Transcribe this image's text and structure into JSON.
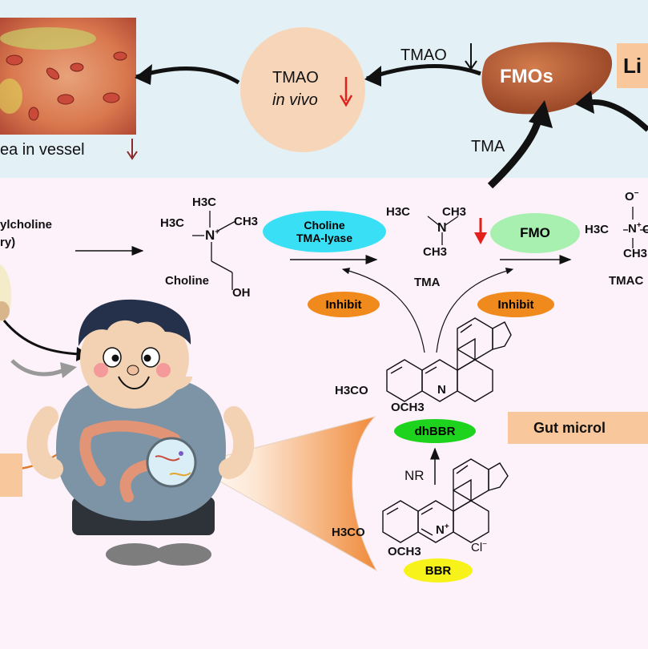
{
  "top": {
    "vessel_label": "ea in vessel",
    "tmao_in_vivo": {
      "line1": "TMAO",
      "line2": "in vivo"
    },
    "tmao_down_label": "TMAO",
    "liver_label": "FMOs",
    "tma_label": "TMA",
    "liver_box_label": "Li"
  },
  "pathway": {
    "phosphatidylcholine": {
      "line1": "ylcholine",
      "line2": "ry)"
    },
    "choline_name": "Choline",
    "choline_oh": "OH",
    "choline_h3c_top": "H3C",
    "choline_h3c_left": "H3C",
    "choline_ch3": "CH3",
    "choline_n": "N",
    "enzyme_choline": {
      "line1": "Choline",
      "line2": "TMA-lyase"
    },
    "tma_h3c": "H3C",
    "tma_ch3_right": "CH3",
    "tma_n": "N",
    "tma_ch3_bottom": "CH3",
    "tma_name": "TMA",
    "fmo_label": "FMO",
    "tmao_o": "O",
    "tmao_h3c": "H3C",
    "tmao_n": "N",
    "tmao_c": "C",
    "tmao_ch3": "CH3",
    "tmao_name": "TMAC",
    "inhibit_left": "Inhibit",
    "inhibit_right": "Inhibit"
  },
  "berberine": {
    "dh_h3co": "H3CO",
    "dh_och3": "OCH3",
    "dh_n": "N",
    "dhbbr_label": "dhBBR",
    "gut_microbiota_label": "Gut microl",
    "nr_label": "NR",
    "bbr_h3co": "H3CO",
    "bbr_och3": "OCH3",
    "bbr_n": "N",
    "bbr_cl": "Cl",
    "bbr_label": "BBR"
  },
  "colors": {
    "choline_lyase_fill": "#39e0f5",
    "fmo_fill": "#a8f0b0",
    "inhibit_fill": "#f08a1c",
    "dhbbr_fill": "#1ed31e",
    "bbr_fill": "#f7f21a",
    "tmao_circle_fill": "#f7d5b8",
    "red_arrow": "#e3201b",
    "label_box_fill": "#f9c79c"
  }
}
